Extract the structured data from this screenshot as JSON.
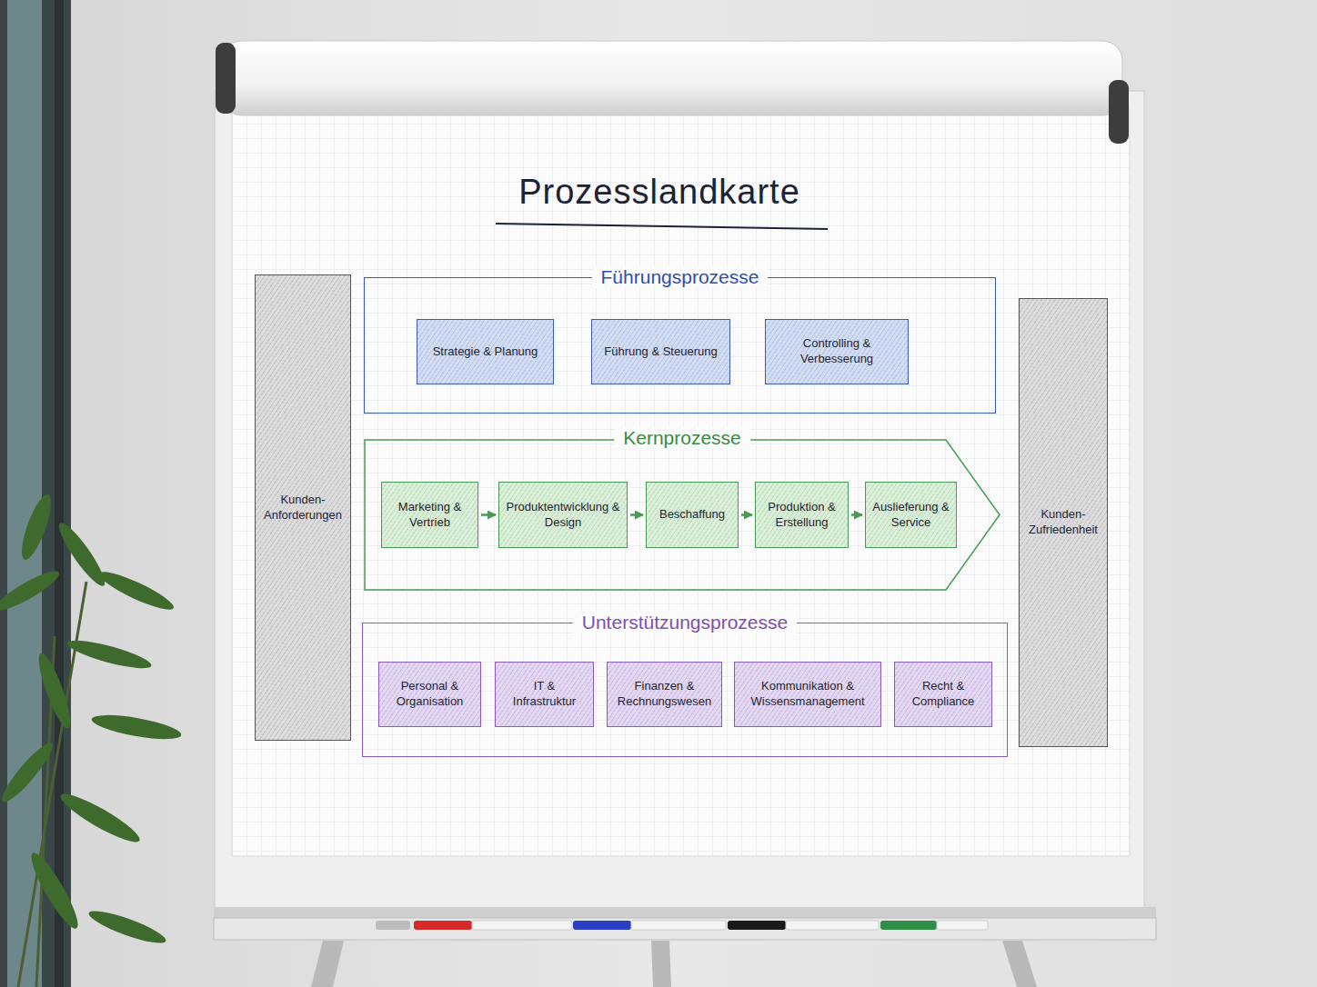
{
  "diagram": {
    "title": "Prozesslandkarte",
    "nodes": [
      {
        "text": [
          "Kunden- Anforderungen"
        ]
      },
      {
        "text": [
          "Führungsprozesse"
        ]
      },
      {
        "text": [
          "Strategie & Planung"
        ],
        "in": 1
      },
      {
        "text": [
          "Führung & Steuerung"
        ],
        "in": 1
      },
      {
        "text": [
          "Controlling & Verbesserung"
        ],
        "in": 1
      },
      {
        "text": [
          "Kernprozesse"
        ]
      },
      {
        "text": [
          "Marketing & Vertrieb"
        ],
        "in": 5
      },
      {
        "text": [
          "Produktentwicklung & Design"
        ],
        "in": 5
      },
      {
        "text": [
          "Beschaffung"
        ],
        "in": 5
      },
      {
        "text": [
          "Produktion & Erstellung"
        ],
        "in": 5
      },
      {
        "text": [
          "Auslieferung & Service"
        ],
        "in": 5
      },
      {
        "text": [
          "Unterstützungsprozesse"
        ]
      },
      {
        "text": [
          "Personal & Organisation"
        ],
        "in": 11
      },
      {
        "text": [
          "IT & Infrastruktur"
        ],
        "in": 11
      },
      {
        "text": [
          "Finanzen & Rechnungswesen"
        ],
        "in": 11
      },
      {
        "text": [
          "Kommunikation & Wissensmanagement"
        ],
        "in": 11
      },
      {
        "text": [
          "Recht & Compliance"
        ],
        "in": 11
      },
      {
        "text": [
          "Kunden- Zufriedenheit"
        ]
      }
    ],
    "edges": [
      {
        "from": 6,
        "to": 7,
        "arrow": "to"
      },
      {
        "from": 7,
        "to": 8,
        "arrow": "to"
      },
      {
        "from": 8,
        "to": 9,
        "arrow": "to"
      },
      {
        "from": 9,
        "to": 10,
        "arrow": "to"
      }
    ]
  }
}
